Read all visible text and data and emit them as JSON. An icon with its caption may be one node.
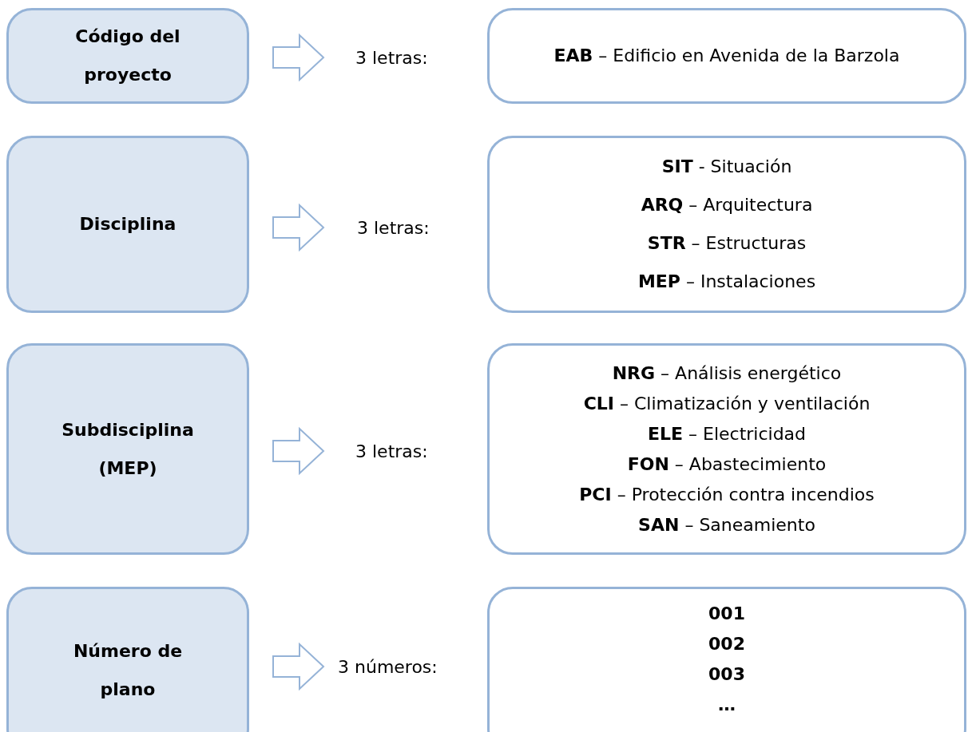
{
  "diagram": {
    "nodes": [
      {
        "text": [
          "Código del proyecto"
        ]
      },
      {
        "text": [
          "3 letras:"
        ]
      },
      {
        "text": [
          "**EAB** – Edificio en Avenida de la Barzola"
        ]
      },
      {
        "text": [
          "Disciplina"
        ]
      },
      {
        "text": [
          "3 letras:"
        ]
      },
      {
        "text": [
          "**SIT** - Situación",
          "**ARQ** – Arquitectura",
          "**STR** – Estructuras",
          "**MEP** – Instalaciones"
        ]
      },
      {
        "text": [
          "Subdisciplina (MEP)"
        ]
      },
      {
        "text": [
          "3 letras:"
        ]
      },
      {
        "text": [
          "**NRG** – Análisis energético",
          "**CLI** – Climatización y ventilación",
          "**ELE** – Electricidad",
          "**FON** – Abastecimiento",
          "**PCI** – Protección contra incendios",
          "**SAN** – Saneamiento"
        ]
      },
      {
        "text": [
          "Número de plano"
        ]
      },
      {
        "text": [
          "3 números:"
        ]
      },
      {
        "text": [
          "001",
          "002",
          "003",
          "…"
        ]
      }
    ],
    "edges": [
      {
        "from": 0,
        "to": 1,
        "arrow": "to"
      },
      {
        "from": 3,
        "to": 4,
        "arrow": "to"
      },
      {
        "from": 6,
        "to": 7,
        "arrow": "to"
      },
      {
        "from": 9,
        "to": 10,
        "arrow": "to"
      }
    ]
  }
}
